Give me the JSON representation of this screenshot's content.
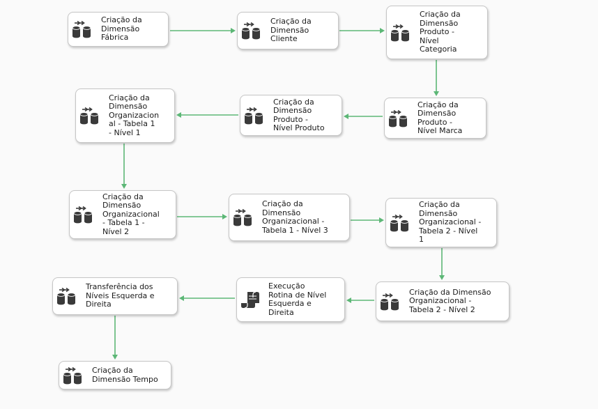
{
  "tasks": [
    {
      "id": "t1",
      "icon": "data-flow-icon",
      "label": "Criação da\nDimensão\nFábrica"
    },
    {
      "id": "t2",
      "icon": "data-flow-icon",
      "label": "Criação da\nDimensão\nCliente"
    },
    {
      "id": "t3",
      "icon": "data-flow-icon",
      "label": "Criação da\nDimensão\nProduto -\nNível\nCategoria"
    },
    {
      "id": "t4",
      "icon": "data-flow-icon",
      "label": "Criação da\nDimensão\nOrganizacion\nal - Tabela 1\n- Nível 1"
    },
    {
      "id": "t5",
      "icon": "data-flow-icon",
      "label": "Criação da\nDimensão\nProduto -\nNível Produto"
    },
    {
      "id": "t6",
      "icon": "data-flow-icon",
      "label": "Criação da\nDimensão\nProduto -\nNível Marca"
    },
    {
      "id": "t7",
      "icon": "data-flow-icon",
      "label": "Criação da\nDimensão\nOrganizacional\n- Tabela 1 -\nNível 2"
    },
    {
      "id": "t8",
      "icon": "data-flow-icon",
      "label": "Criação da\nDimensão\nOrganizacional -\nTabela 1 - Nível 3"
    },
    {
      "id": "t9",
      "icon": "data-flow-icon",
      "label": "Criação da\nDimensão\nOrganizacional -\nTabela 2 - Nível\n1"
    },
    {
      "id": "t10",
      "icon": "data-flow-icon",
      "label": "Transferência dos\nNíveis Esquerda e\nDireita"
    },
    {
      "id": "t11",
      "icon": "execute-sql-icon",
      "label": "Execução\nRotina de Nível\nEsquerda e\nDireita"
    },
    {
      "id": "t12",
      "icon": "data-flow-icon",
      "label": "Criação da Dimensão\nOrganizacional -\nTabela 2 - Nível 2"
    },
    {
      "id": "t13",
      "icon": "data-flow-icon",
      "label": "Criação da\nDimensão Tempo"
    }
  ],
  "colors": {
    "connector": "#5cb776",
    "icon": "#3a3a3a",
    "box_border": "#c6c6c6"
  }
}
